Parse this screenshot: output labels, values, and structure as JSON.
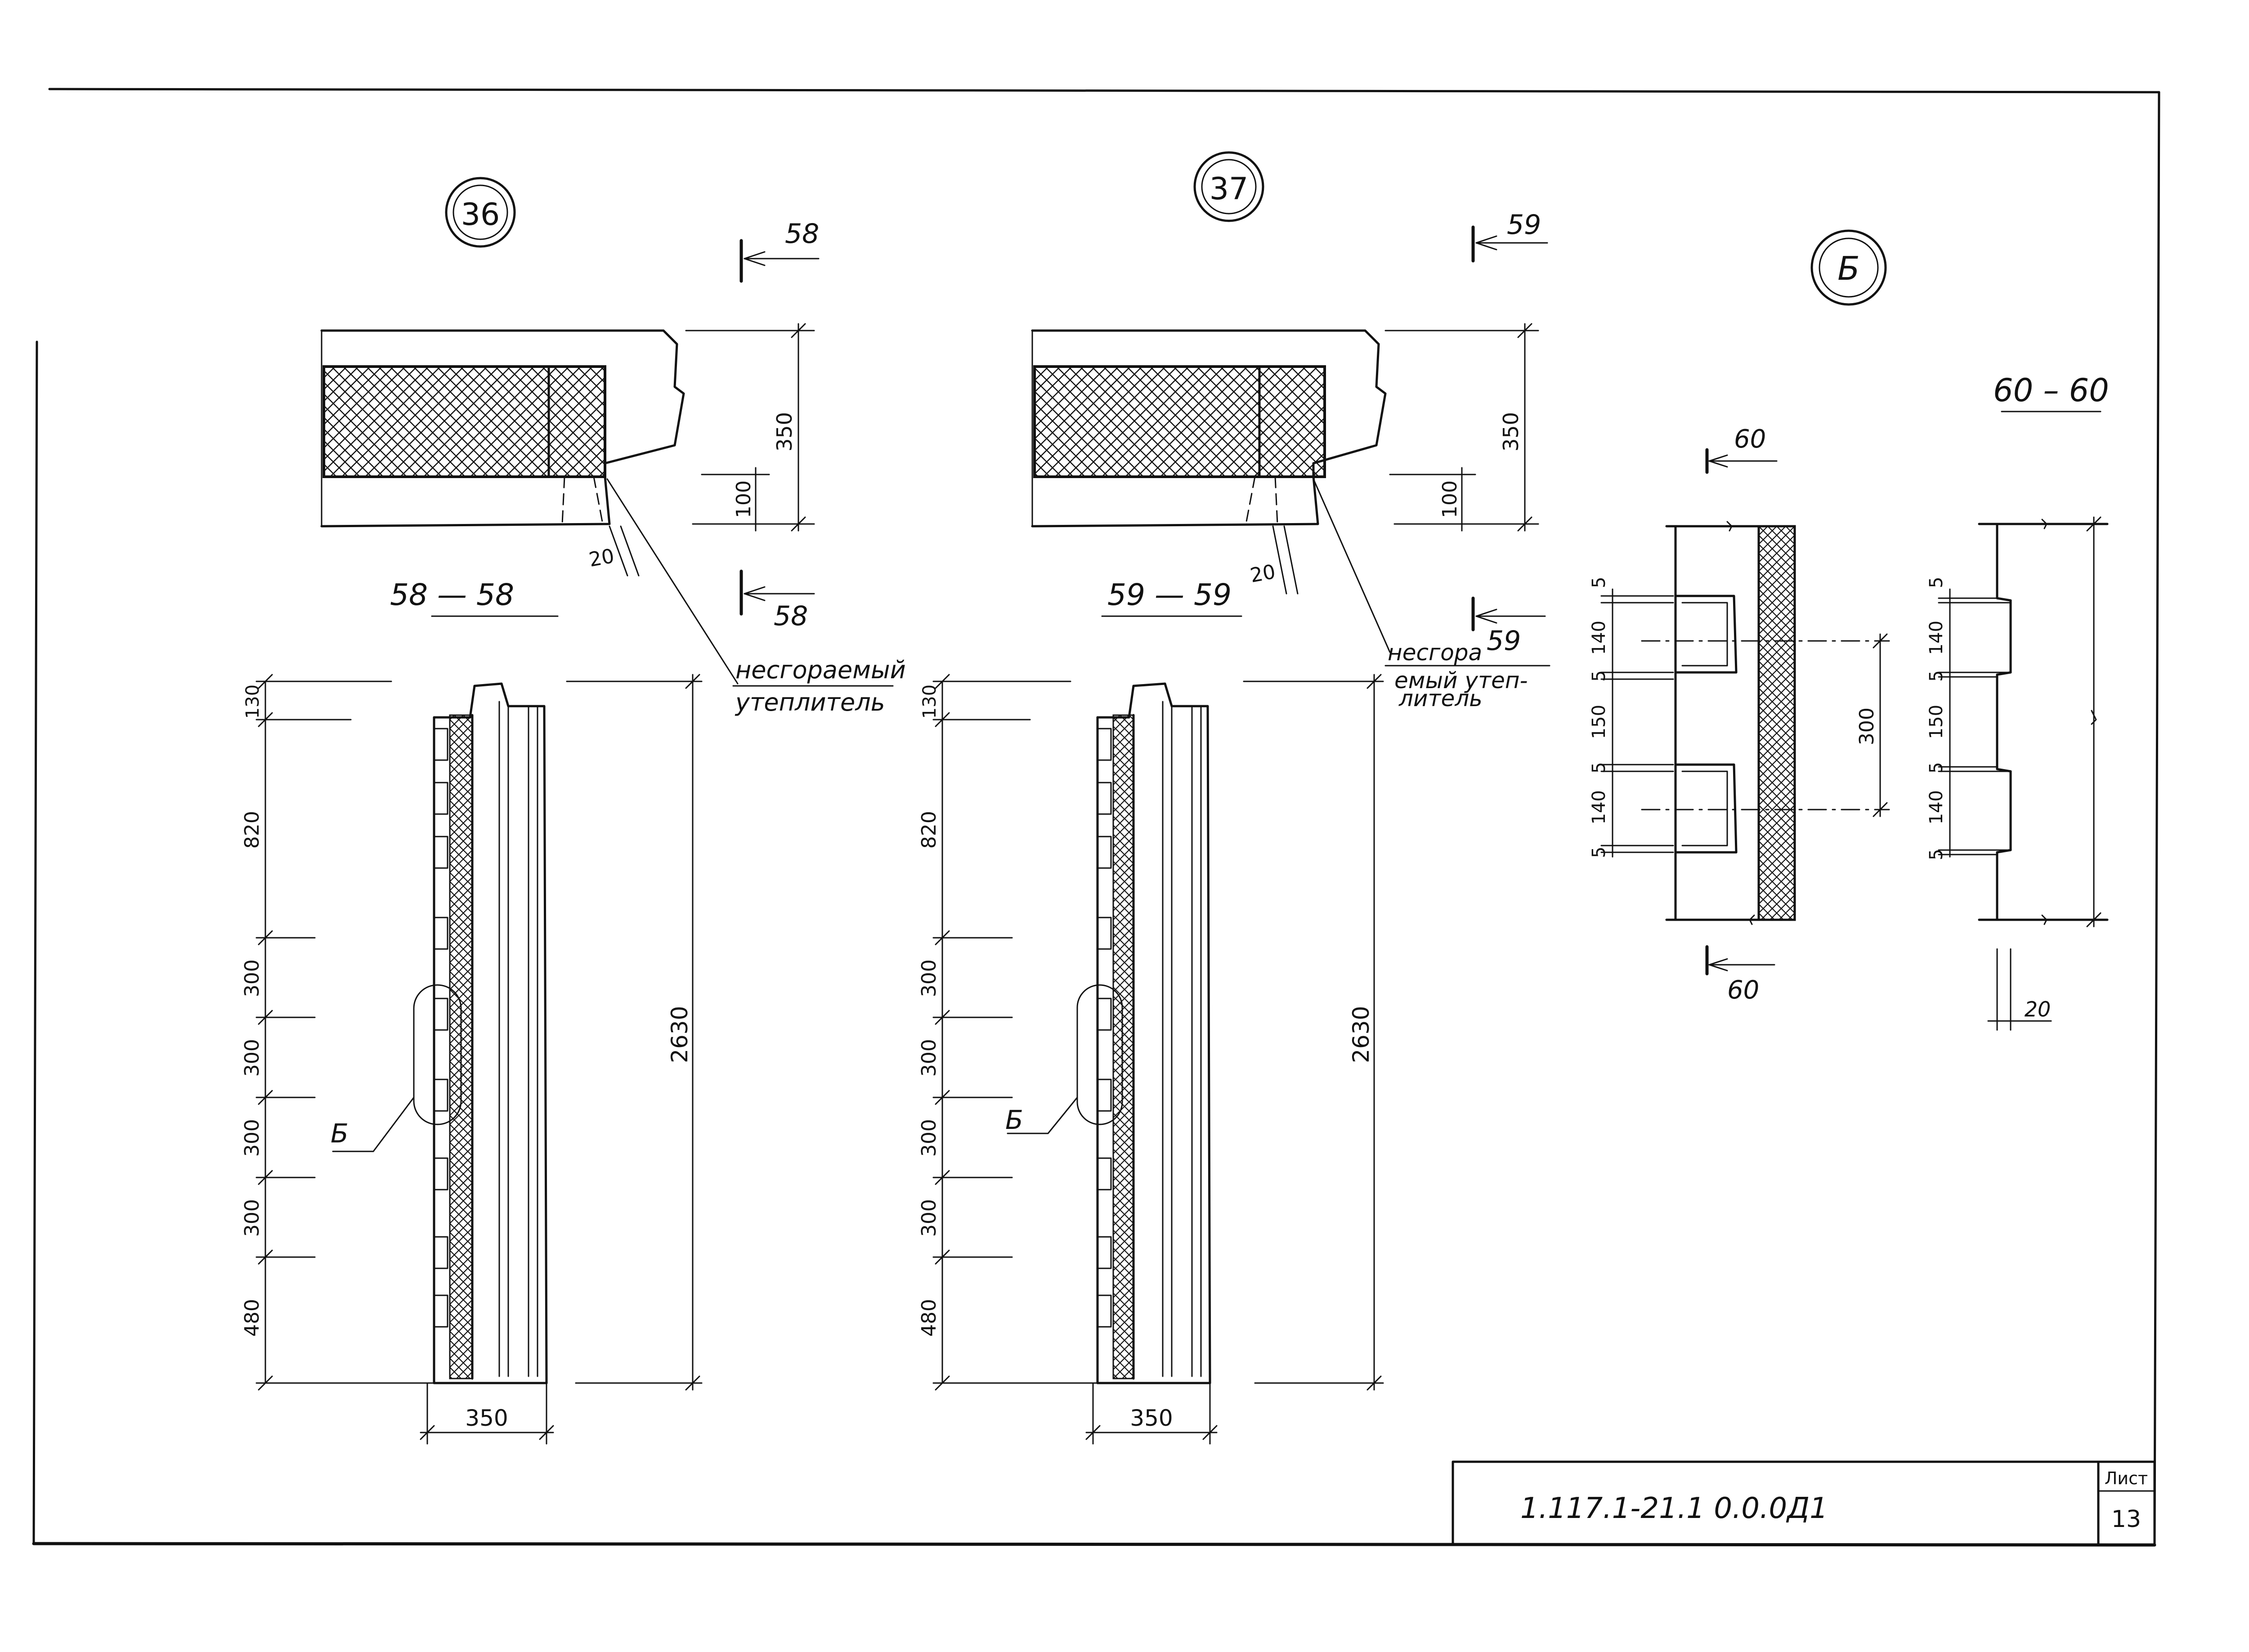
{
  "callouts": {
    "c36": "36",
    "c37": "37",
    "cB": "Б"
  },
  "sections": {
    "s58_label": "58",
    "s58_title": "58 — 58",
    "s59_label": "59",
    "s59_title": "59 — 59",
    "s60_label": "60",
    "s60_title": "60 – 60"
  },
  "notes": {
    "insulation_1_line1": "несгораемый",
    "insulation_1_line2": "утеплитель",
    "insulation_2_line1": "несгора",
    "insulation_2_line2": "емый утеп-",
    "insulation_2_line3": "литель",
    "detail_ref": "Б"
  },
  "dims": {
    "d350": "350",
    "d100": "100",
    "d20": "20",
    "d130": "130",
    "d820": "820",
    "d300": "300",
    "d480": "480",
    "d2630": "2630",
    "d5": "5",
    "d140": "140",
    "d150": "150"
  },
  "title_block": {
    "code": "1.117.1-21.1  0.0.0Д1",
    "sheet_label": "Лист",
    "sheet_number": "13"
  }
}
